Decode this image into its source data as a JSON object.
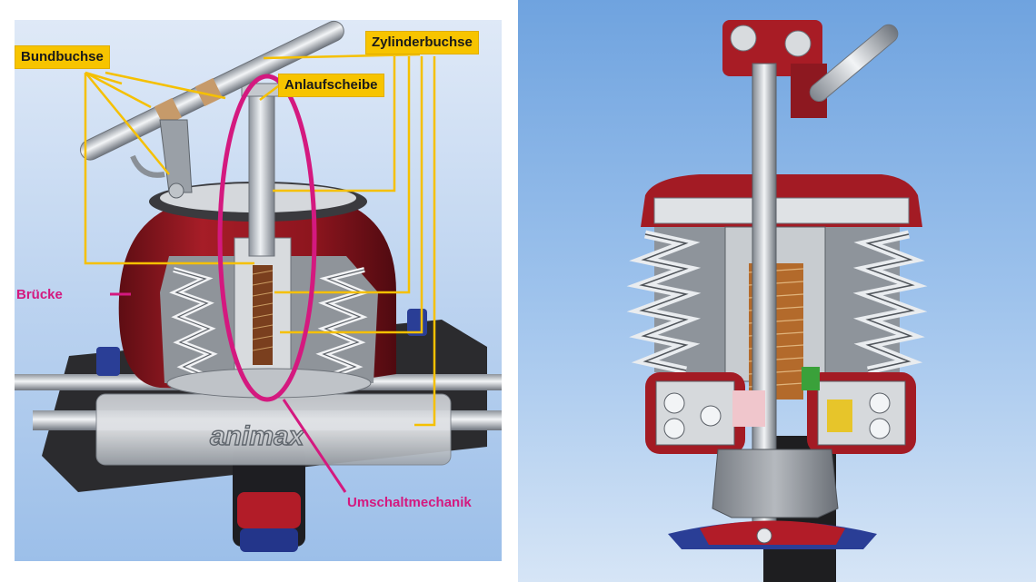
{
  "labels": {
    "bundbuchse": "Bundbuchse",
    "zylinderbuchse": "Zylinderbuchse",
    "anlaufscheibe": "Anlaufscheibe",
    "bruecke": "Brücke",
    "umschaltmechanik": "Umschaltmechanik"
  },
  "logo_text": "animax",
  "colors": {
    "label_fill": "#f7c400",
    "leader_yellow": "#f5c000",
    "pink": "#d4197f",
    "housing_red": "#9a1a22",
    "bg_blue": "#8fb8e6"
  }
}
